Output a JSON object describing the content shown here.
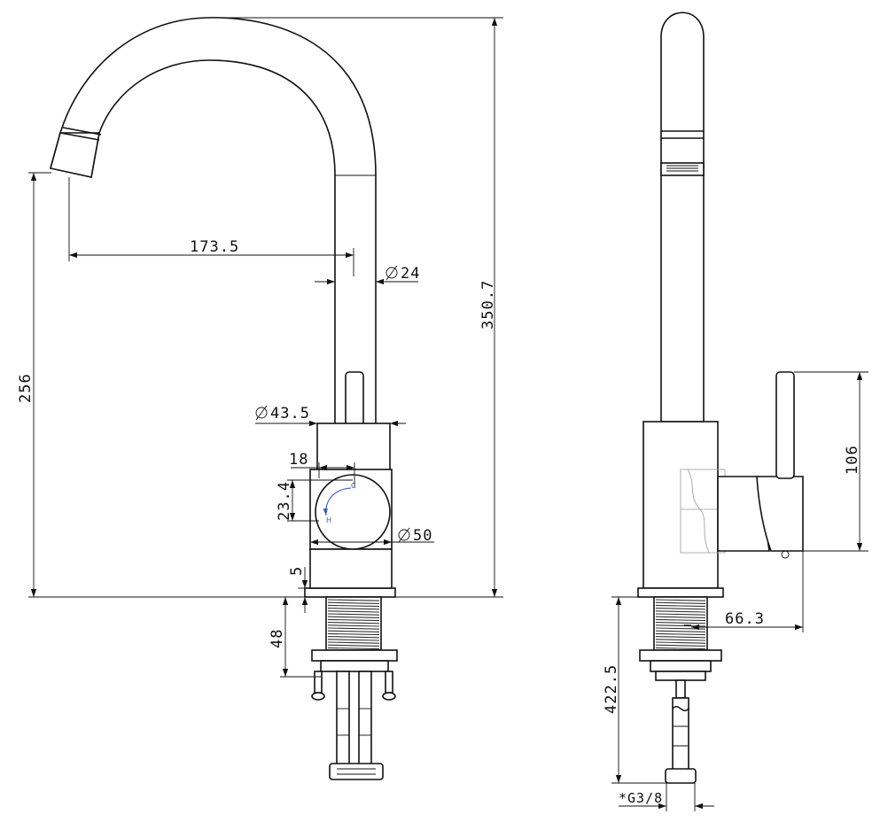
{
  "front_view": {
    "reach": "173.5",
    "spout_diameter": "24",
    "total_height": "350.7",
    "spout_height": "256",
    "body_diameter": "43.5",
    "handle_offset": "18",
    "handle_height": "23.4",
    "base_diameter": "50",
    "base_ring": "5",
    "shank_length": "48",
    "handle_marks": {
      "cold": "C",
      "hot": "H"
    }
  },
  "side_view": {
    "lever_height": "106",
    "lever_projection": "66.3",
    "hose_length": "422.5",
    "connection_thread": "*G3/8"
  },
  "colors": {
    "line": "#111111",
    "mix_arrow": "#3b5cc4"
  }
}
